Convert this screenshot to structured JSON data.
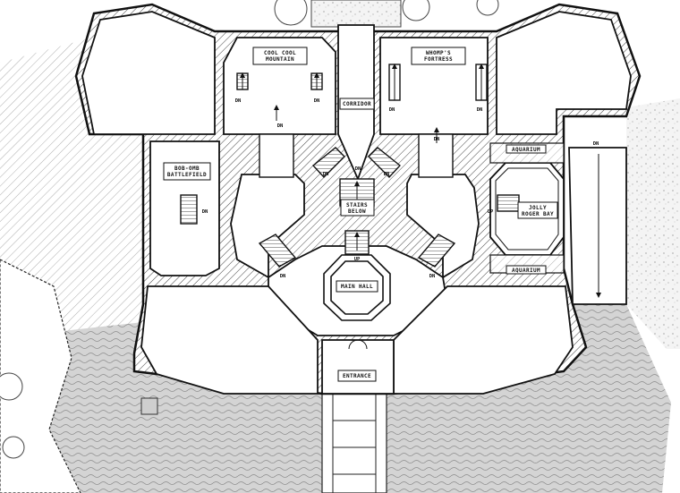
{
  "floor_plan": {
    "rooms": {
      "cool_cool_mountain": [
        "COOL COOL",
        "MOUNTAIN"
      ],
      "whomps_fortress": [
        "WHOMP'S",
        "FORTRESS"
      ],
      "corridor": "CORRIDOR",
      "bob_omb_battlefield": [
        "BOB-OMB",
        "BATTLEFIELD"
      ],
      "stairs_below": [
        "STAIRS",
        "BELOW"
      ],
      "jolly_roger_bay": [
        "JOLLY",
        "ROGER BAY"
      ],
      "aquarium_top": "AQUARIUM",
      "aquarium_bottom": "AQUARIUM",
      "main_hall": "MAIN HALL",
      "entrance": "ENTRANCE"
    },
    "stair_labels": {
      "dn": "DN",
      "up": "UP"
    },
    "colors": {
      "line": "#1a1a1a",
      "floor": "#ffffff",
      "hatch": "#555555",
      "terrain": "#bdbdbd"
    }
  }
}
